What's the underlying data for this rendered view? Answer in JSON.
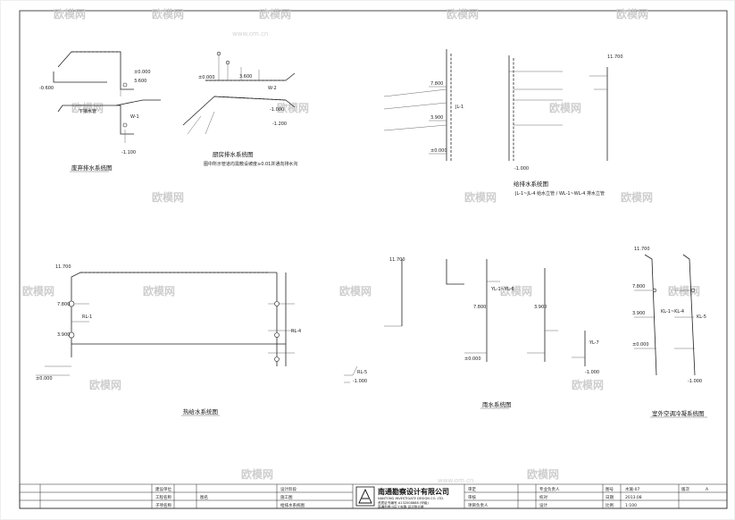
{
  "watermark": {
    "brand": "欧模网",
    "url": "www.om.cn"
  },
  "diagrams": {
    "d1": {
      "title": "废弃排水系统图",
      "labels": [
        "3.600",
        "±0.000",
        "-0.600",
        "下接水管",
        "W-1",
        "-1.100"
      ]
    },
    "d2": {
      "title": "厨房排水系统图",
      "note": "图中所示管道均需敷设坡度≥0.01并通向排水沟",
      "labels": [
        "3.600",
        "±0.000",
        "W-2",
        "-1.000",
        "-1.200"
      ]
    },
    "d3": {
      "title": "给排水系统图",
      "note": "JL-1~JL-4 给水立管 / WL-1~WL-4 排水立管",
      "labels": [
        "11.700",
        "7.800",
        "3.900",
        "±0.000",
        "JL-1",
        "-1.000"
      ]
    },
    "d4": {
      "title": "热给水系统图",
      "labels": [
        "11.700",
        "7.800",
        "3.900",
        "±0.000",
        "RL-1",
        "RL-4",
        "RL-5",
        "-1.000"
      ]
    },
    "d5": {
      "title": "雨水系统图",
      "labels": [
        "11.700",
        "7.800",
        "3.900",
        "±0.000",
        "YL-1~YL-6",
        "YL-7",
        "-1.000"
      ]
    },
    "d6": {
      "title": "室外空调冷凝系统图",
      "labels": [
        "11.700",
        "7.800",
        "3.900",
        "±0.000",
        "KL-1~KL-4",
        "KL-5",
        "-1.000"
      ]
    }
  },
  "title_block": {
    "company_cn": "南通勘察设计有限公司",
    "company_en": "NANTONG INVESTIGATE DESIGN CO. LTD.",
    "cert": "资质证书编号 A132008888 (甲级)",
    "address": "南通市崇川区工农路 设计院大楼",
    "cells": {
      "c1": "建设单位",
      "c2": "工程名称",
      "c3": "子项名称",
      "c4": "图名",
      "c5": "设计阶段",
      "c6": "施工图",
      "c7": "给排水系统图",
      "c8": "审定",
      "c9": "审核",
      "c10": "项目负责人",
      "c11": "专业负责人",
      "c12": "校对",
      "c13": "设计",
      "c14": "图号",
      "c15": "日期",
      "c16": "比例",
      "c17": "版次",
      "c18": "水施-07",
      "c19": "2013.08",
      "c20": "1:100",
      "c21": "A"
    }
  }
}
